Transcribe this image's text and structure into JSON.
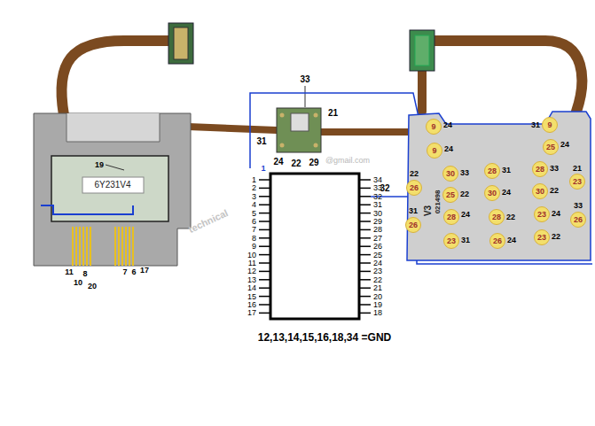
{
  "diagram": {
    "nodes": [
      {
        "text": [
          "V3",
          "021498"
        ]
      },
      {
        "text": [
          "9"
        ],
        "in": 0
      },
      {
        "text": [
          "9"
        ],
        "in": 0
      },
      {
        "text": [
          "9"
        ],
        "in": 0
      },
      {
        "text": [
          "25"
        ],
        "in": 0
      },
      {
        "text": [
          "30"
        ],
        "in": 0
      },
      {
        "text": [
          "28"
        ],
        "in": 0
      },
      {
        "text": [
          "28"
        ],
        "in": 0
      },
      {
        "text": [
          "26"
        ],
        "in": 0
      },
      {
        "text": [
          "23"
        ],
        "in": 0
      },
      {
        "text": [
          "25"
        ],
        "in": 0
      },
      {
        "text": [
          "30"
        ],
        "in": 0
      },
      {
        "text": [
          "30"
        ],
        "in": 0
      },
      {
        "text": [
          "28"
        ],
        "in": 0
      },
      {
        "text": [
          "28"
        ],
        "in": 0
      },
      {
        "text": [
          "23"
        ],
        "in": 0
      },
      {
        "text": [
          "26"
        ],
        "in": 0
      },
      {
        "text": [
          "26"
        ],
        "in": 0
      },
      {
        "text": [
          "23"
        ],
        "in": 0
      },
      {
        "text": [
          "26"
        ],
        "in": 0
      },
      {
        "text": [
          "23"
        ],
        "in": 0
      }
    ],
    "labels": [
      "33",
      "21",
      "31",
      "24",
      "22",
      "29",
      "1",
      "1",
      "2",
      "3",
      "4",
      "5",
      "6",
      "7",
      "8",
      "9",
      "10",
      "11",
      "12",
      "13",
      "14",
      "15",
      "16",
      "17",
      "34",
      "33",
      "32",
      "31",
      "30",
      "29",
      "28",
      "27",
      "26",
      "25",
      "24",
      "23",
      "22",
      "21",
      "20",
      "19",
      "18",
      "32",
      "12,13,14,15,16,18,34 =GND",
      "19",
      "6Y231V4",
      "11",
      "8",
      "10",
      "20",
      "7",
      "6",
      "17",
      "technical",
      "@gmail.com",
      "24",
      "31",
      "24",
      "24",
      "22",
      "33",
      "31",
      "33",
      "21",
      "22",
      "24",
      "22",
      "31",
      "24",
      "22",
      "24",
      "33",
      "31",
      "24",
      "22"
    ]
  }
}
